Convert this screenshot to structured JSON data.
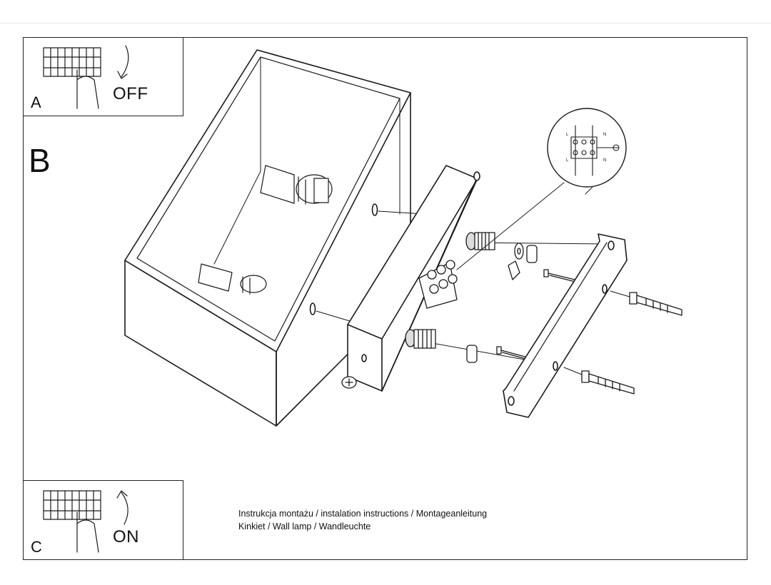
{
  "steps": {
    "a": {
      "letter": "A",
      "state": "OFF"
    },
    "b": {
      "letter": "B"
    },
    "c": {
      "letter": "C",
      "state": "ON"
    }
  },
  "caption": {
    "line1": "Instrukcja montażu / instalation instructions / Montageanleitung",
    "line2": "Kinkiet / Wall lamp / Wandleuchte"
  },
  "wiring_detail": {
    "labels": [
      "L",
      "N",
      "L",
      "N"
    ]
  },
  "icons": {
    "breaker_off": "circuit-breaker-switch-down-icon",
    "breaker_on": "circuit-breaker-switch-up-icon",
    "arrow_down": "curved-arrow-down-icon",
    "arrow_up": "curved-arrow-up-icon",
    "ground": "ground-symbol-icon"
  }
}
